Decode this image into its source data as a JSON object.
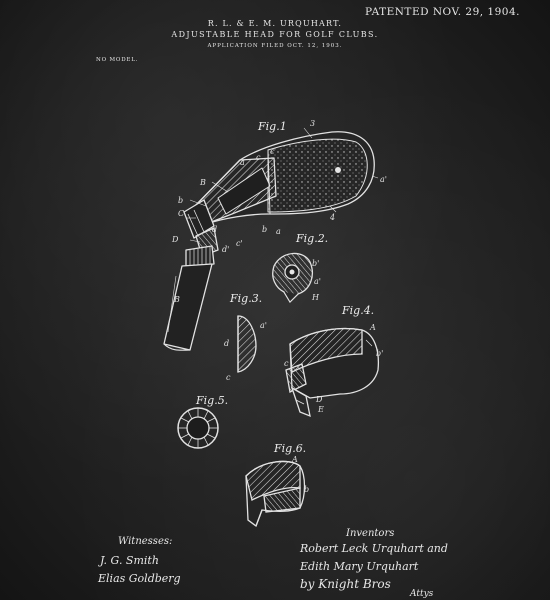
{
  "header": {
    "patented": "PATENTED NOV. 29, 1904.",
    "inventors": "R. L. & E. M. URQUHART.",
    "title": "ADJUSTABLE HEAD FOR GOLF CLUBS.",
    "filed": "APPLICATION FILED OCT. 12, 1903.",
    "no_model": "NO MODEL."
  },
  "figures": {
    "fig1": "Fig.1",
    "fig2": "Fig.2.",
    "fig3": "Fig.3.",
    "fig4": "Fig.4.",
    "fig5": "Fig.5.",
    "fig6": "Fig.6."
  },
  "refs": {
    "r3": "3",
    "ra": "a",
    "rb": "b",
    "rc": "c",
    "rd": "d",
    "rB": "B",
    "rC": "C",
    "rD": "D",
    "rA": "A",
    "rE": "E",
    "rH": "H",
    "r4": "4",
    "a_prime": "a'",
    "d_prime": "d'",
    "b_prime": "b'",
    "c_prime": "c'"
  },
  "signatures": {
    "witnesses_heading": "Witnesses:",
    "witness_1": "J. G. Smith",
    "witness_2": "Elias Goldberg",
    "inventors_heading": "Inventors",
    "inventor_1": "Robert Leck Urquhart and",
    "inventor_2": "Edith Mary Urquhart",
    "attorney": "by Knight Bros",
    "attorney_role": "Attys"
  },
  "colors": {
    "background": "#1f1f1f",
    "ink": "#e8e8e8"
  }
}
